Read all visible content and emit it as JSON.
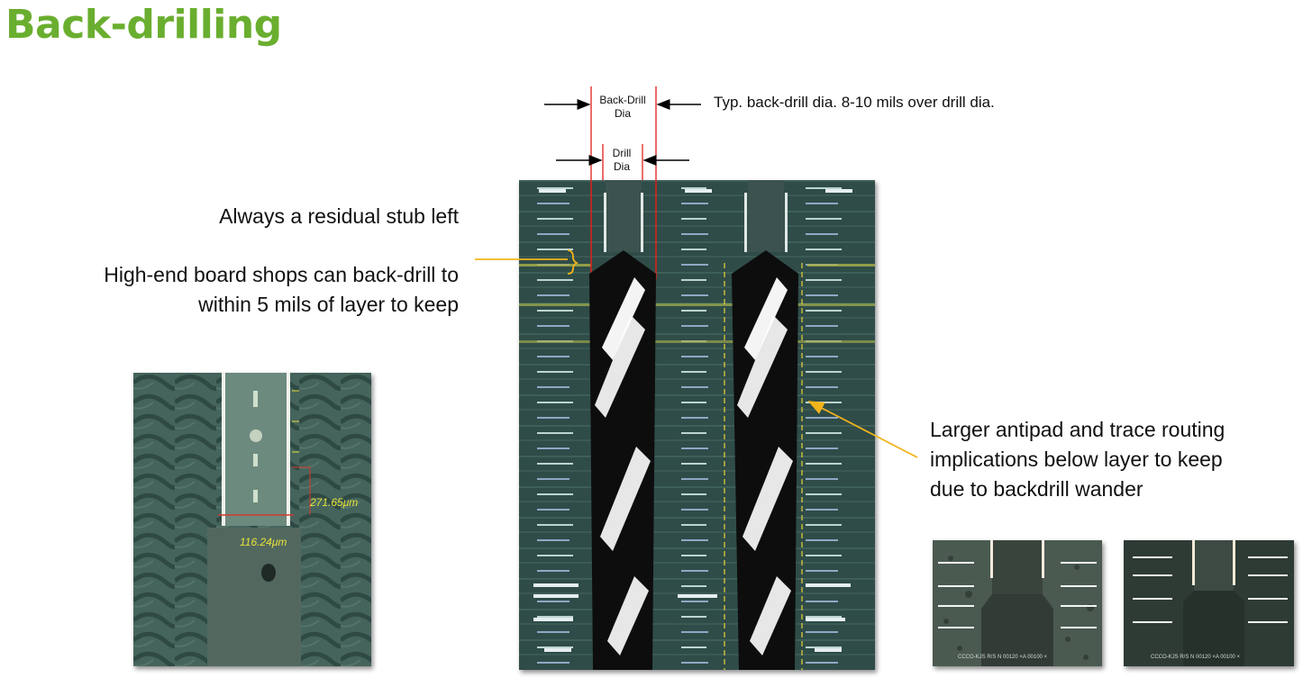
{
  "title": "Back-drilling",
  "labels": {
    "back_drill_dia": [
      "Back-Drill",
      "Dia"
    ],
    "drill_dia": [
      "Drill",
      "Dia"
    ],
    "typ_note": "Typ. back-drill dia. 8-10 mils over drill dia."
  },
  "callouts": {
    "stub": "Always a residual stub left",
    "high_end_line1": "High-end board shops can back-drill to",
    "high_end_line2": "within 5 mils of layer to keep",
    "antipad_line1": "Larger antipad and trace routing",
    "antipad_line2": "implications below layer to keep",
    "antipad_line3": "due to backdrill wander"
  },
  "micrograph_measurements": {
    "vertical": "271.65μm",
    "horizontal": "116.24μm"
  },
  "photo_captions": {
    "left_small": "CCCO-KJS R/S N 00120 ×A 00100 ×",
    "right_small": "CCCO-KJS R/S N 00120 ×A 00100 ×"
  },
  "colors": {
    "title": "#6aae2f",
    "callout_arrow": "#f2b41b",
    "drill_line": "#e0201b",
    "board_bg": "#2d4a46",
    "measure_text": "#e8e23a"
  }
}
